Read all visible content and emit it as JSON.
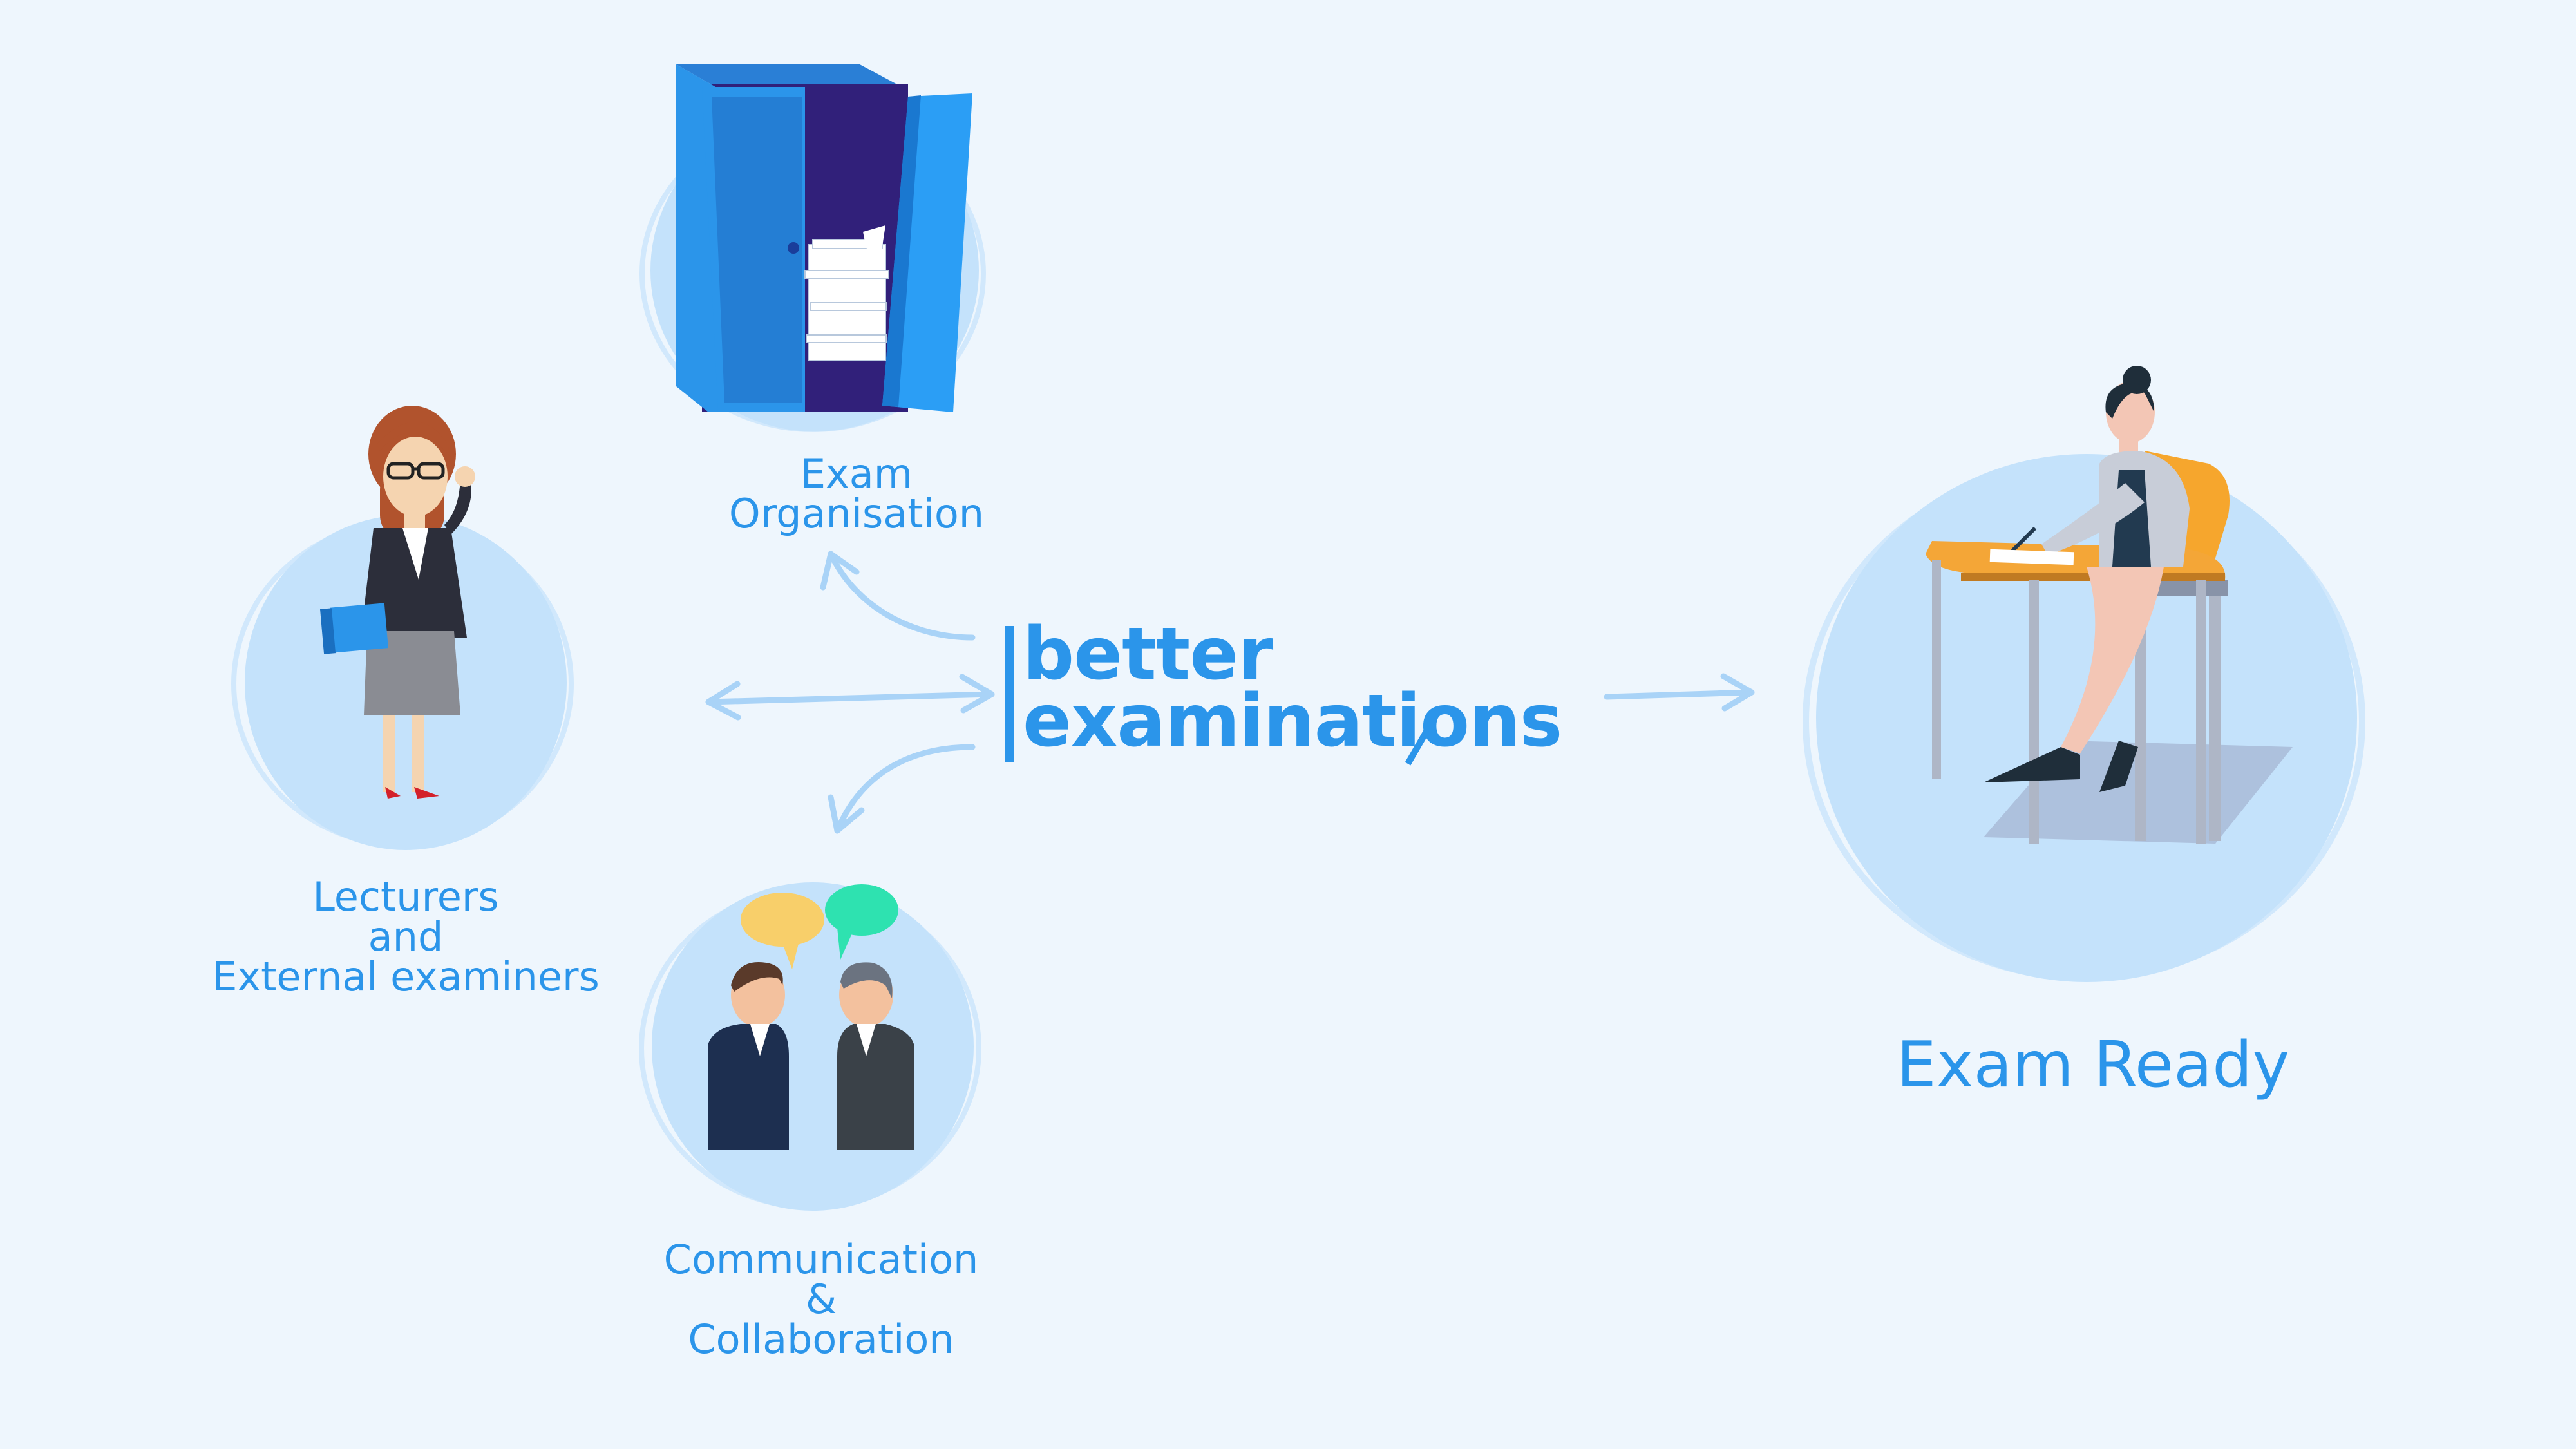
{
  "brand": {
    "line1": "better",
    "line2": "examinations"
  },
  "nodes": {
    "exam_organisation": {
      "label_lines": [
        "Exam",
        "Organisation"
      ]
    },
    "lecturers": {
      "label_lines": [
        "Lecturers",
        "and",
        "External examiners"
      ]
    },
    "communication": {
      "label_lines": [
        "Communication",
        "&",
        "Collaboration"
      ]
    },
    "exam_ready": {
      "label": "Exam Ready"
    }
  },
  "colors": {
    "background": "#eef6fd",
    "accent": "#2b95ea",
    "circle_fill": "#c4e2fb",
    "arrow": "#a9d3f7"
  },
  "icons": [
    "cabinet-icon",
    "teacher-icon",
    "speech-bubbles-icon",
    "student-at-desk-icon"
  ]
}
